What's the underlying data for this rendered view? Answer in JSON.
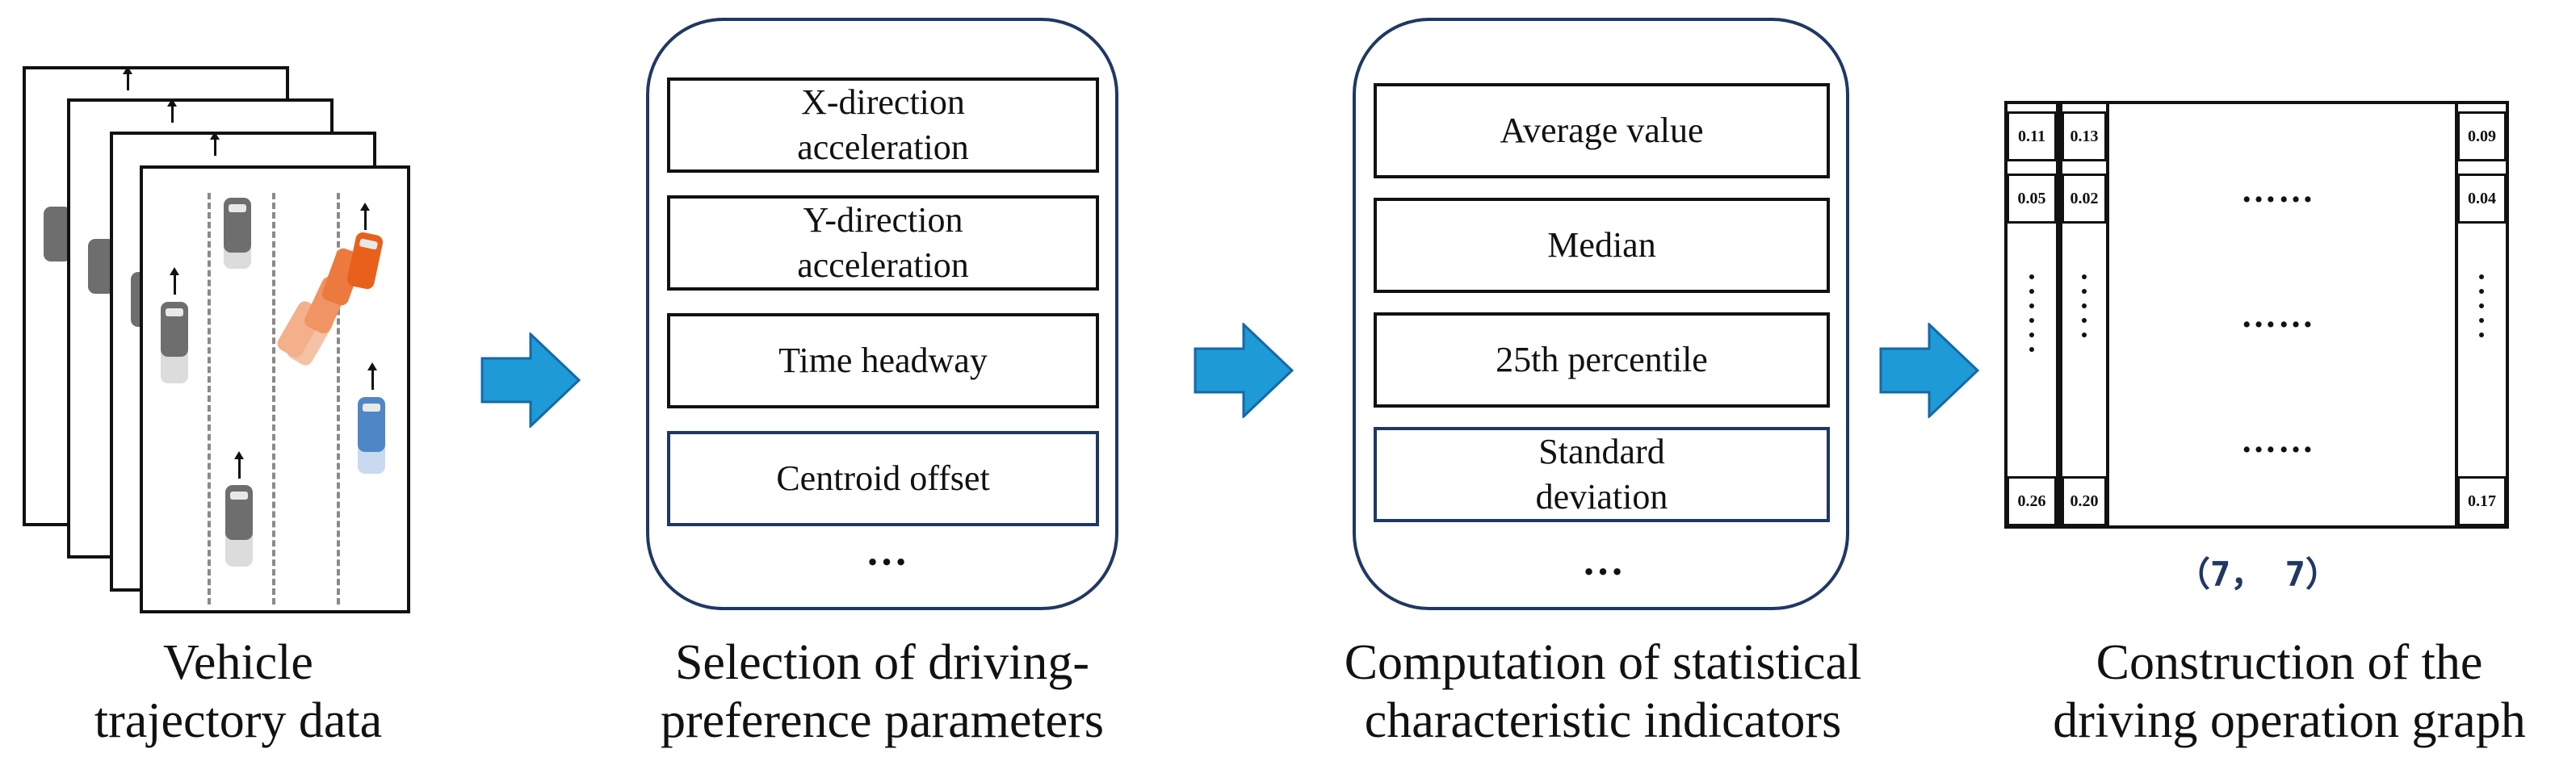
{
  "stage1": {
    "caption": "Vehicle\ntrajectory data"
  },
  "stage2": {
    "params": [
      "X-direction\nacceleration",
      "Y-direction\nacceleration",
      "Time headway",
      "Centroid offset"
    ],
    "ellipsis": "…",
    "caption": "Selection of driving-\npreference parameters"
  },
  "stage3": {
    "indicators": [
      "Average value",
      "Median",
      "25th percentile",
      "Standard\ndeviation"
    ],
    "ellipsis": "…",
    "caption": "Computation of statistical\ncharacteristic indicators"
  },
  "stage4": {
    "col1": {
      "top": "0.11",
      "second": "0.05",
      "bottom": "0.26"
    },
    "col2": {
      "top": "0.13",
      "second": "0.02",
      "bottom": "0.20"
    },
    "col3": {
      "top": "0.09",
      "second": "0.04",
      "bottom": "0.17"
    },
    "hdots": "……",
    "dimension": "（7， 7）",
    "caption": "Construction of the\ndriving operation graph"
  },
  "colors": {
    "panel_border": "#1f3864",
    "arrow_fill": "#1e9ad6",
    "arrow_stroke": "#1668a8",
    "car_gray": "#6e6e6e",
    "car_orange": "#e8601c",
    "car_blue": "#4f86c6",
    "lane_dash": "#8a8a8a"
  }
}
